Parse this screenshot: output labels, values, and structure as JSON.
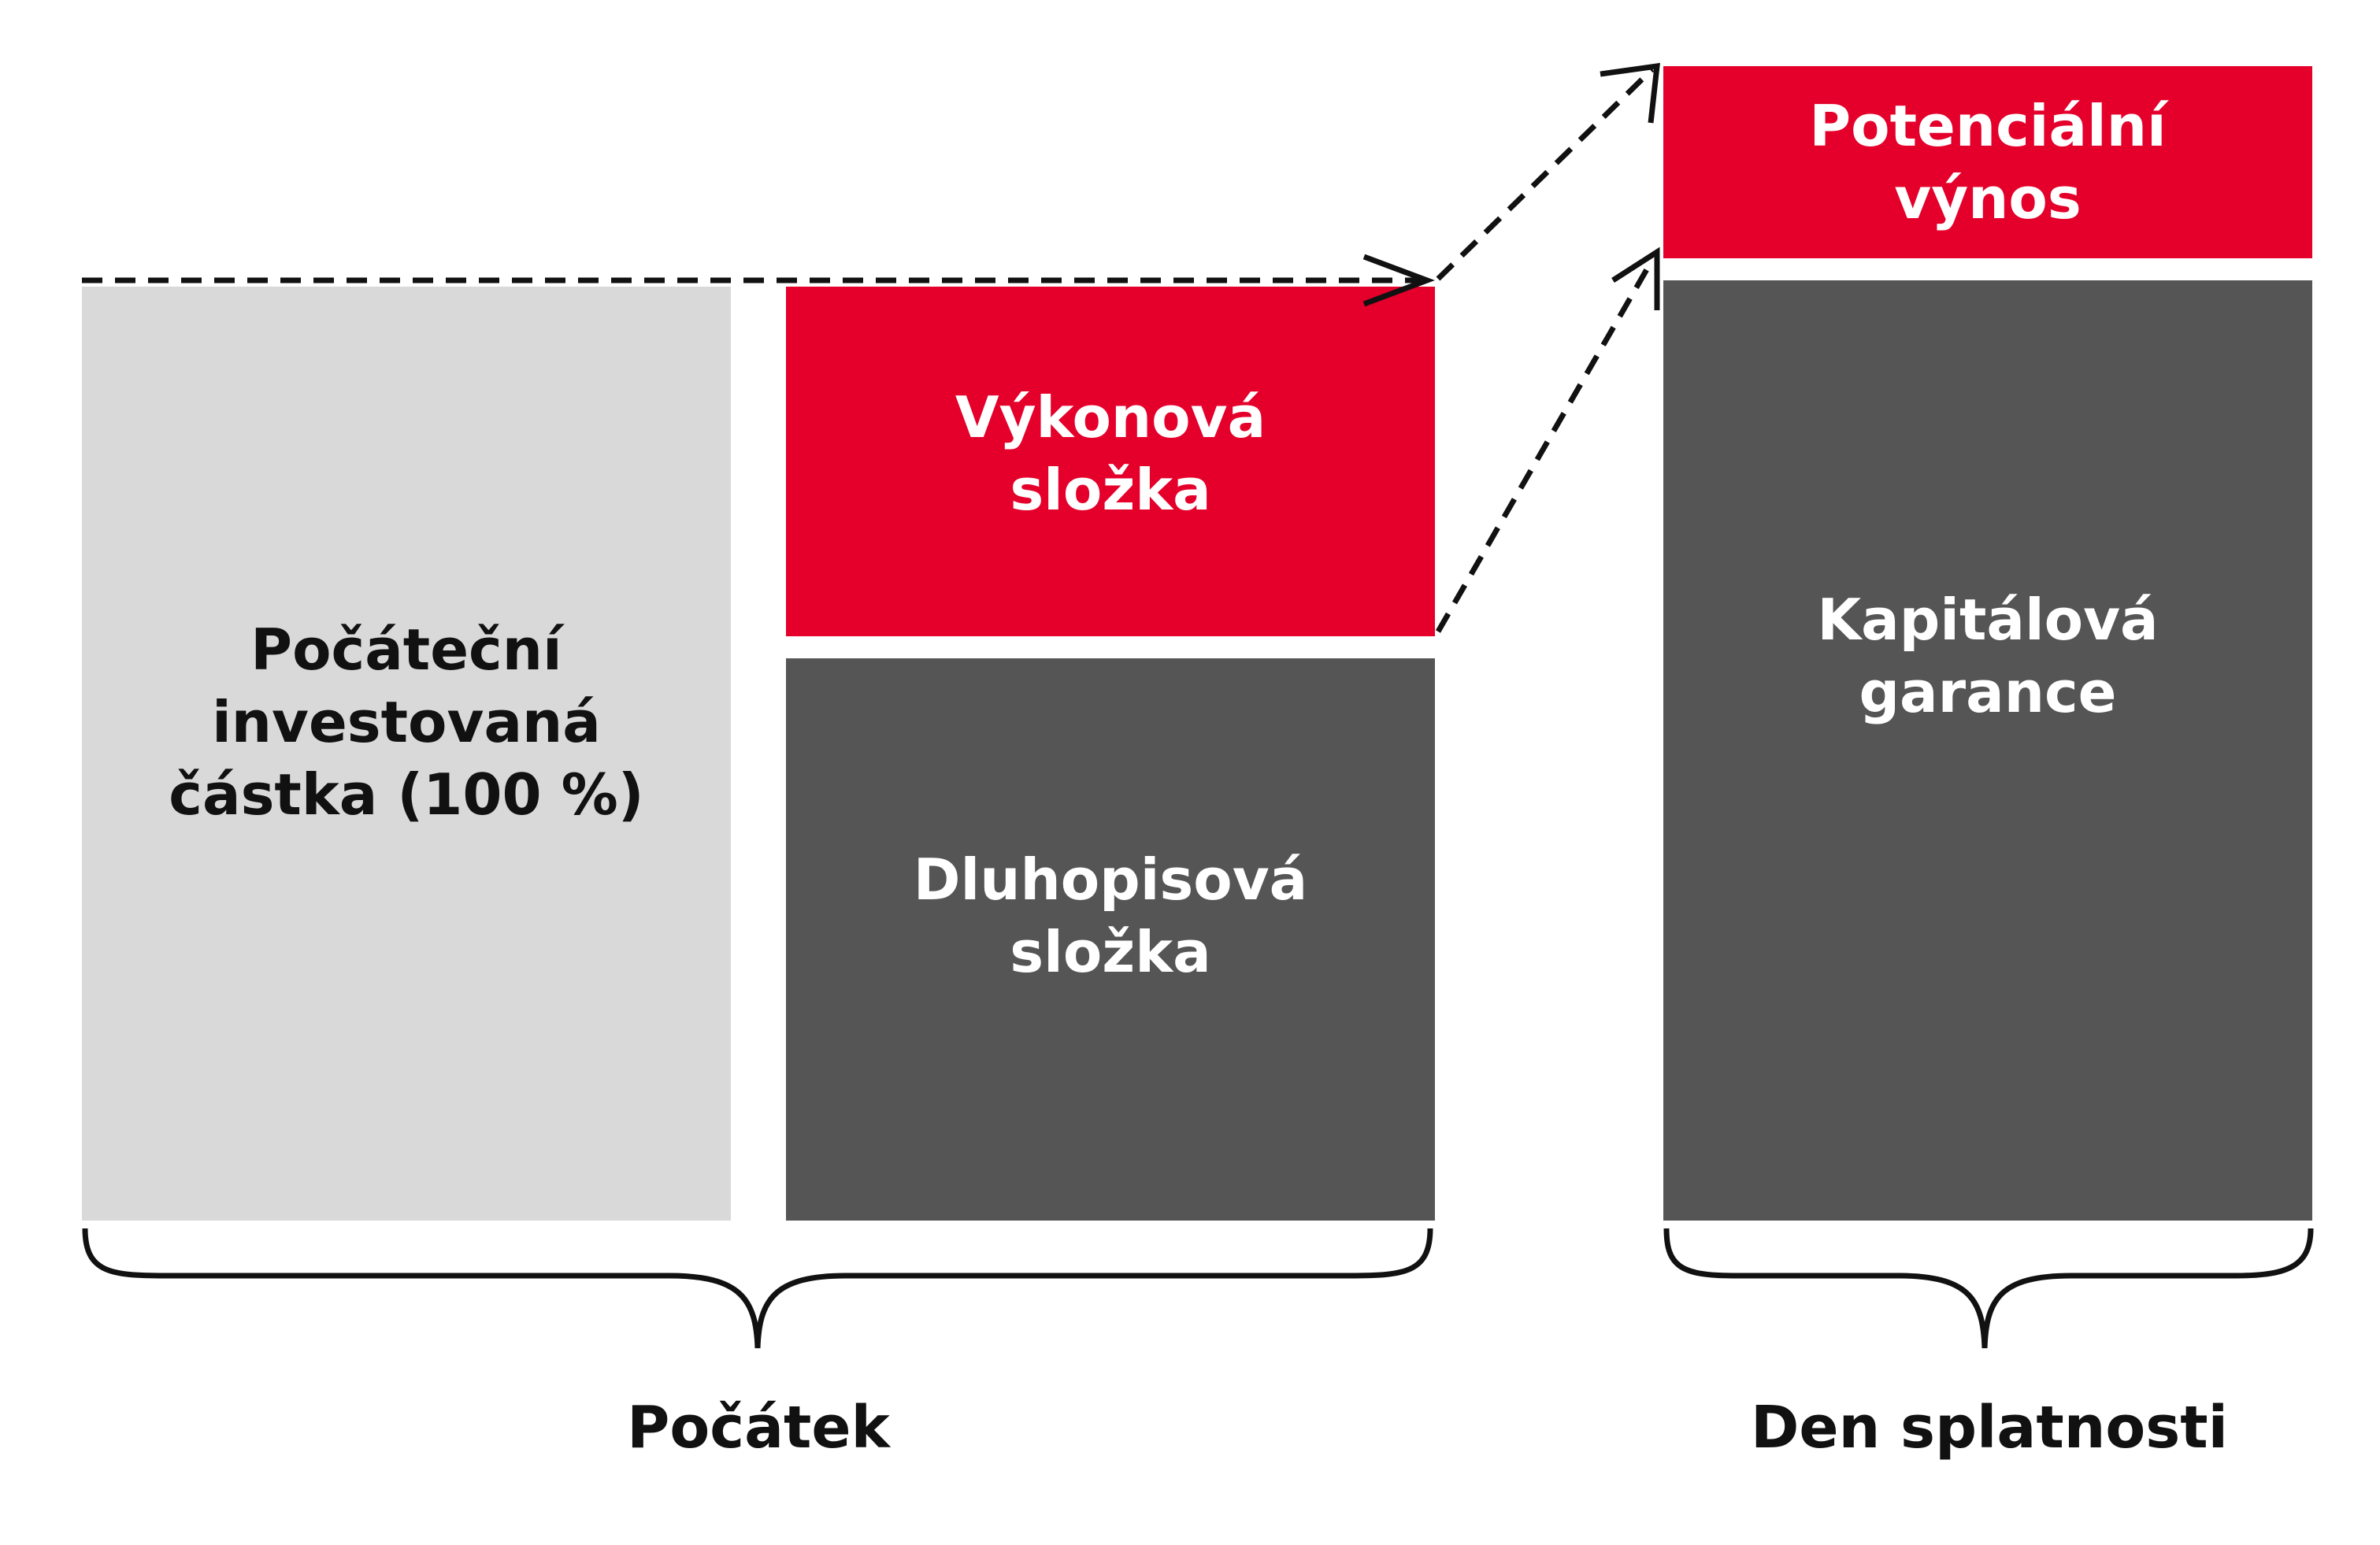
{
  "colors": {
    "red": "#e4002b",
    "dark": "#555555",
    "light": "#d9d9d9",
    "line": "#111111"
  },
  "blocks": {
    "initial": {
      "line1": "Počáteční",
      "line2": "investovaná",
      "line3": "částka (100 %)"
    },
    "performance": {
      "line1": "Výkonová",
      "line2": "složka"
    },
    "bond": {
      "line1": "Dluhopisová",
      "line2": "složka"
    },
    "return": {
      "line1": "Potenciální",
      "line2": "výnos"
    },
    "capital": {
      "line1": "Kapitálová",
      "line2": "garance"
    }
  },
  "captions": {
    "start": "Počátek",
    "maturity": "Den splatnosti"
  }
}
